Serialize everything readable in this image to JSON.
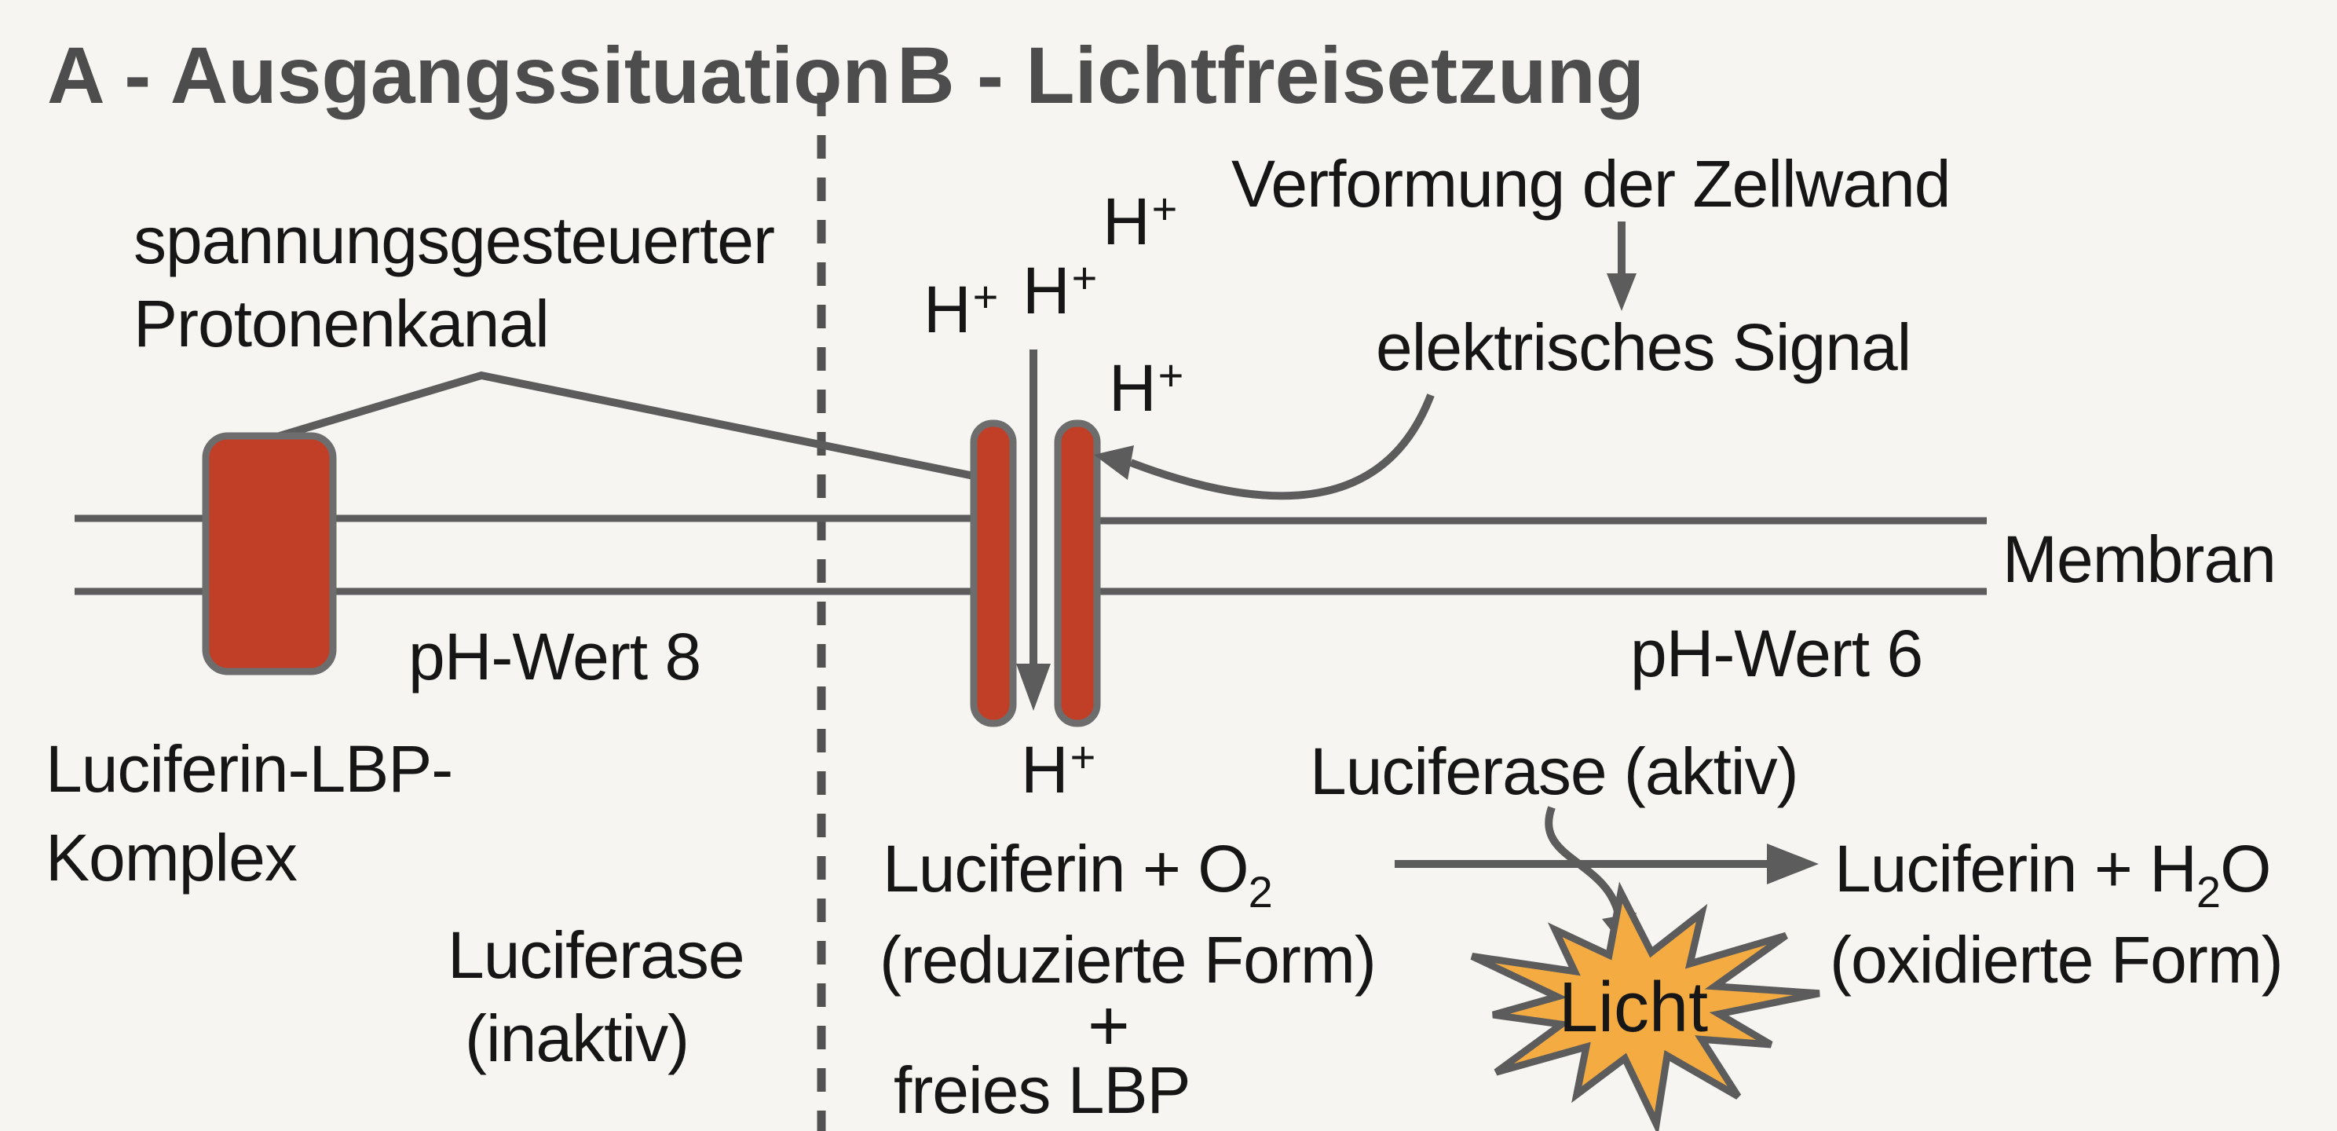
{
  "colors": {
    "bg": "#f6f5f2",
    "line": "#5c5c5c",
    "title": "#4d4d4d",
    "text": "#161616",
    "channel_fill": "#c13e27",
    "channel_stroke": "#6d6d6d",
    "star_fill": "#f3ab42",
    "star_stroke": "#5c5c5c",
    "divider": "#525252"
  },
  "titles": {
    "panel_a": "A - Ausgangssituation",
    "panel_b": "B - Lichtfreisetzung"
  },
  "panel_a": {
    "channel_label_line1": "spannungsgesteuerter",
    "channel_label_line2": "Protonenkanal",
    "ph_label": "pH-Wert 8",
    "complex_line1": "Luciferin-LBP-",
    "complex_line2": "Komplex",
    "luciferase_line1": "Luciferase",
    "luciferase_line2": "(inaktiv)"
  },
  "panel_b": {
    "deformation_label": "Verformung der Zellwand",
    "signal_label": "elektrisches Signal",
    "membrane_label": "Membran",
    "ph_label": "pH-Wert 6",
    "luciferase_label": "Luciferase (aktiv)",
    "reactant": {
      "pre": "Luciferin + O",
      "sub": "2"
    },
    "reactant_form": "(reduzierte Form)",
    "plus": "+",
    "free_lbp": "freies LBP",
    "product": {
      "pre": "Luciferin + H",
      "sub": "2",
      "post": "O"
    },
    "product_form": "(oxidierte Form)",
    "light_label": "Licht"
  },
  "proton": {
    "base": "H",
    "sup": "+"
  }
}
